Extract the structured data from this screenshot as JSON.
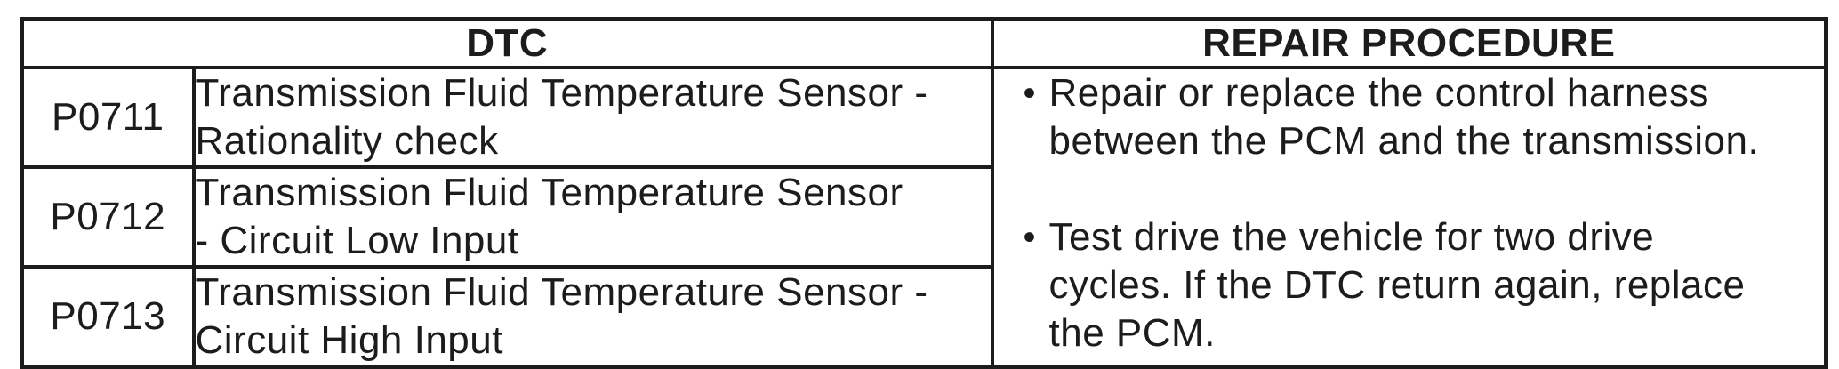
{
  "table": {
    "header": {
      "dtc_label": "DTC",
      "repair_label": "REPAIR PROCEDURE"
    },
    "rows": [
      {
        "code": "P0711",
        "description": "Transmission Fluid Temperature Sensor - Rationality check",
        "description_lines": [
          "Transmission Fluid Temperature Sensor -",
          "Rationality check"
        ]
      },
      {
        "code": "P0712",
        "description": "Transmission Fluid Temperature Sensor - Circuit Low Input",
        "description_lines": [
          "Transmission Fluid Temperature Sensor",
          "- Circuit Low Input"
        ]
      },
      {
        "code": "P0713",
        "description": "Transmission Fluid Temperature Sensor - Circuit High Input",
        "description_lines": [
          "Transmission Fluid Temperature Sensor -",
          "Circuit High Input"
        ]
      }
    ],
    "repair_procedure": {
      "bullet_char": "•",
      "items": [
        {
          "text": "Repair or replace the control harness between the PCM and the transmission.",
          "lines": [
            "Repair or replace the control harness",
            "between the PCM and the transmission."
          ]
        },
        {
          "text": "Test drive the vehicle for two drive cycles. If the DTC return again, replace the PCM.",
          "lines": [
            "Test drive the vehicle for two drive",
            "cycles. If the DTC return again, replace",
            "the PCM."
          ]
        }
      ]
    }
  },
  "colors": {
    "ink": "#1c1c1c",
    "background": "#ffffff"
  }
}
